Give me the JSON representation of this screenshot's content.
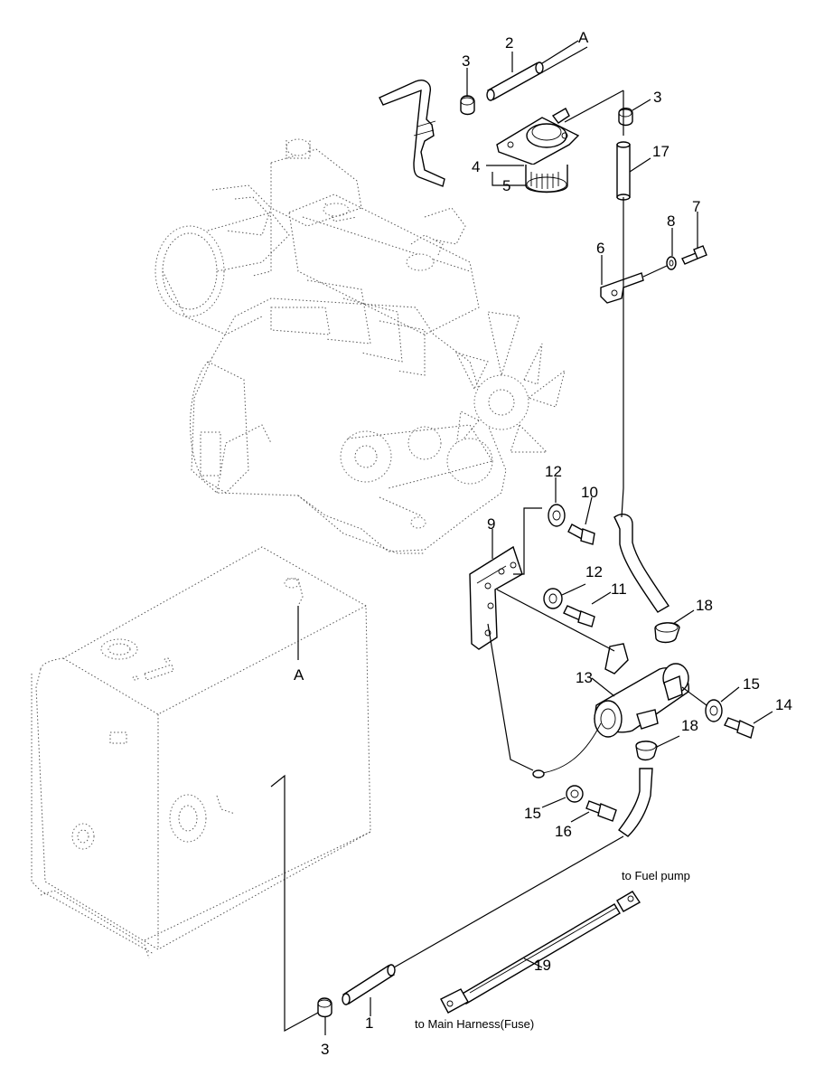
{
  "diagram": {
    "callouts": {
      "c1": "1",
      "c2": "2",
      "c3a": "3",
      "c3b": "3",
      "c3c": "3",
      "c4": "4",
      "c5": "5",
      "c6": "6",
      "c7": "7",
      "c8": "8",
      "c9": "9",
      "c10": "10",
      "c11": "11",
      "c12a": "12",
      "c12b": "12",
      "c13": "13",
      "c14": "14",
      "c15a": "15",
      "c15b": "15",
      "c16": "16",
      "c17": "17",
      "c18a": "18",
      "c18b": "18",
      "c19": "19",
      "refA1": "A",
      "refA2": "A"
    },
    "notes": {
      "fuel_pump": "to Fuel pump",
      "main_harness": "to Main Harness(Fuse)"
    }
  }
}
